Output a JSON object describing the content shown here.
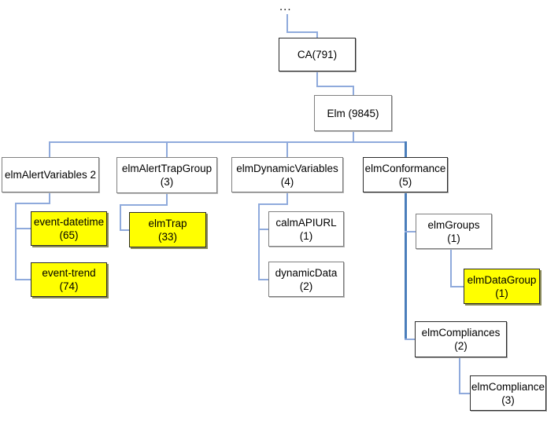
{
  "diagram": {
    "title": "Elm MIB hierarchy tree",
    "colors": {
      "connector": "#8faadc",
      "connector_trunk": "#4a7ebb",
      "highlight_fill": "#ffff00",
      "node_fill": "#ffffff",
      "node_border": "#3f3f3f",
      "text": "#000000"
    },
    "ellipsis": "...",
    "nodes": {
      "ca": {
        "line1": "CA(791)",
        "line2": ""
      },
      "elm": {
        "line1": "Elm (9845)",
        "line2": ""
      },
      "elm_alert_variables": {
        "line1": "elmAlertVariables 2",
        "line2": ""
      },
      "event_datetime": {
        "line1": "event-datetime",
        "line2": "(65)"
      },
      "event_trend": {
        "line1": "event-trend",
        "line2": "(74)"
      },
      "elm_alert_trap_group": {
        "line1": "elmAlertTrapGroup",
        "line2": "(3)"
      },
      "elm_trap": {
        "line1": "elmTrap",
        "line2": "(33)"
      },
      "elm_dynamic_variables": {
        "line1": "elmDynamicVariables",
        "line2": "(4)"
      },
      "calm_api_url": {
        "line1": "calmAPIURL",
        "line2": "(1)"
      },
      "dynamic_data": {
        "line1": "dynamicData",
        "line2": "(2)"
      },
      "elm_conformance": {
        "line1": "elmConformance",
        "line2": "(5)"
      },
      "elm_groups": {
        "line1": "elmGroups",
        "line2": "(1)"
      },
      "elm_data_group": {
        "line1": "elmDataGroup",
        "line2": "(1)"
      },
      "elm_compliances": {
        "line1": "elmCompliances",
        "line2": "(2)"
      },
      "elm_compliance": {
        "line1": "elmCompliance",
        "line2": "(3)"
      }
    }
  }
}
